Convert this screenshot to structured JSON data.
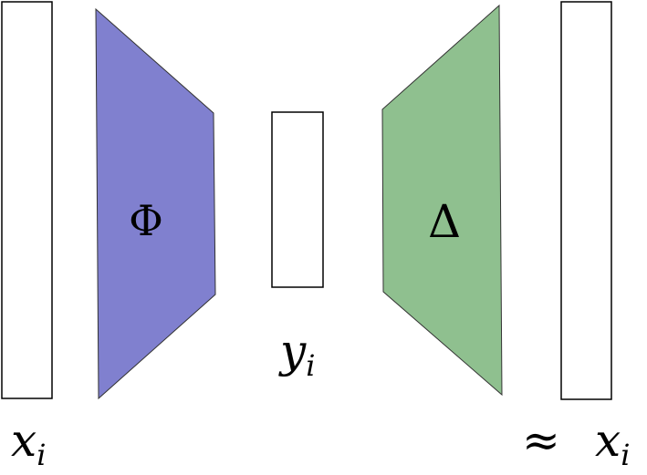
{
  "diagram": {
    "input_label": {
      "base": "x",
      "sub": "i"
    },
    "encoder_symbol": "Φ",
    "latent_label": {
      "base": "y",
      "sub": "i"
    },
    "decoder_symbol": "Δ",
    "output_label": {
      "prefix": "≈",
      "base": "x",
      "sub": "i"
    },
    "colors": {
      "encoder_fill": "#8080cf",
      "decoder_fill": "#8fc08f",
      "stroke": "#000000",
      "box_fill": "#ffffff"
    }
  }
}
